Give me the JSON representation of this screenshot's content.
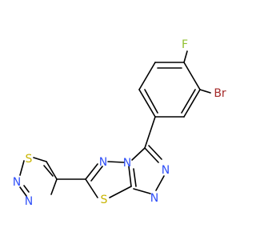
{
  "molecule": {
    "atom_labels": {
      "fluorine": "F",
      "bromine": "Br",
      "thiadiazole_n_upper": "N",
      "thiadiazole_n_lower": "N",
      "thiadiazole_s": "S",
      "fused_s": "S",
      "fused_n_imine": "N",
      "fused_n_bridge": "N",
      "triazole_n_right": "N",
      "triazole_n_bottom": "N"
    },
    "colors": {
      "bond": "#000000",
      "fluorine": "#90c030",
      "bromine": "#a52a2a",
      "nitrogen": "#3050f8",
      "sulfur": "#c8b400"
    }
  }
}
